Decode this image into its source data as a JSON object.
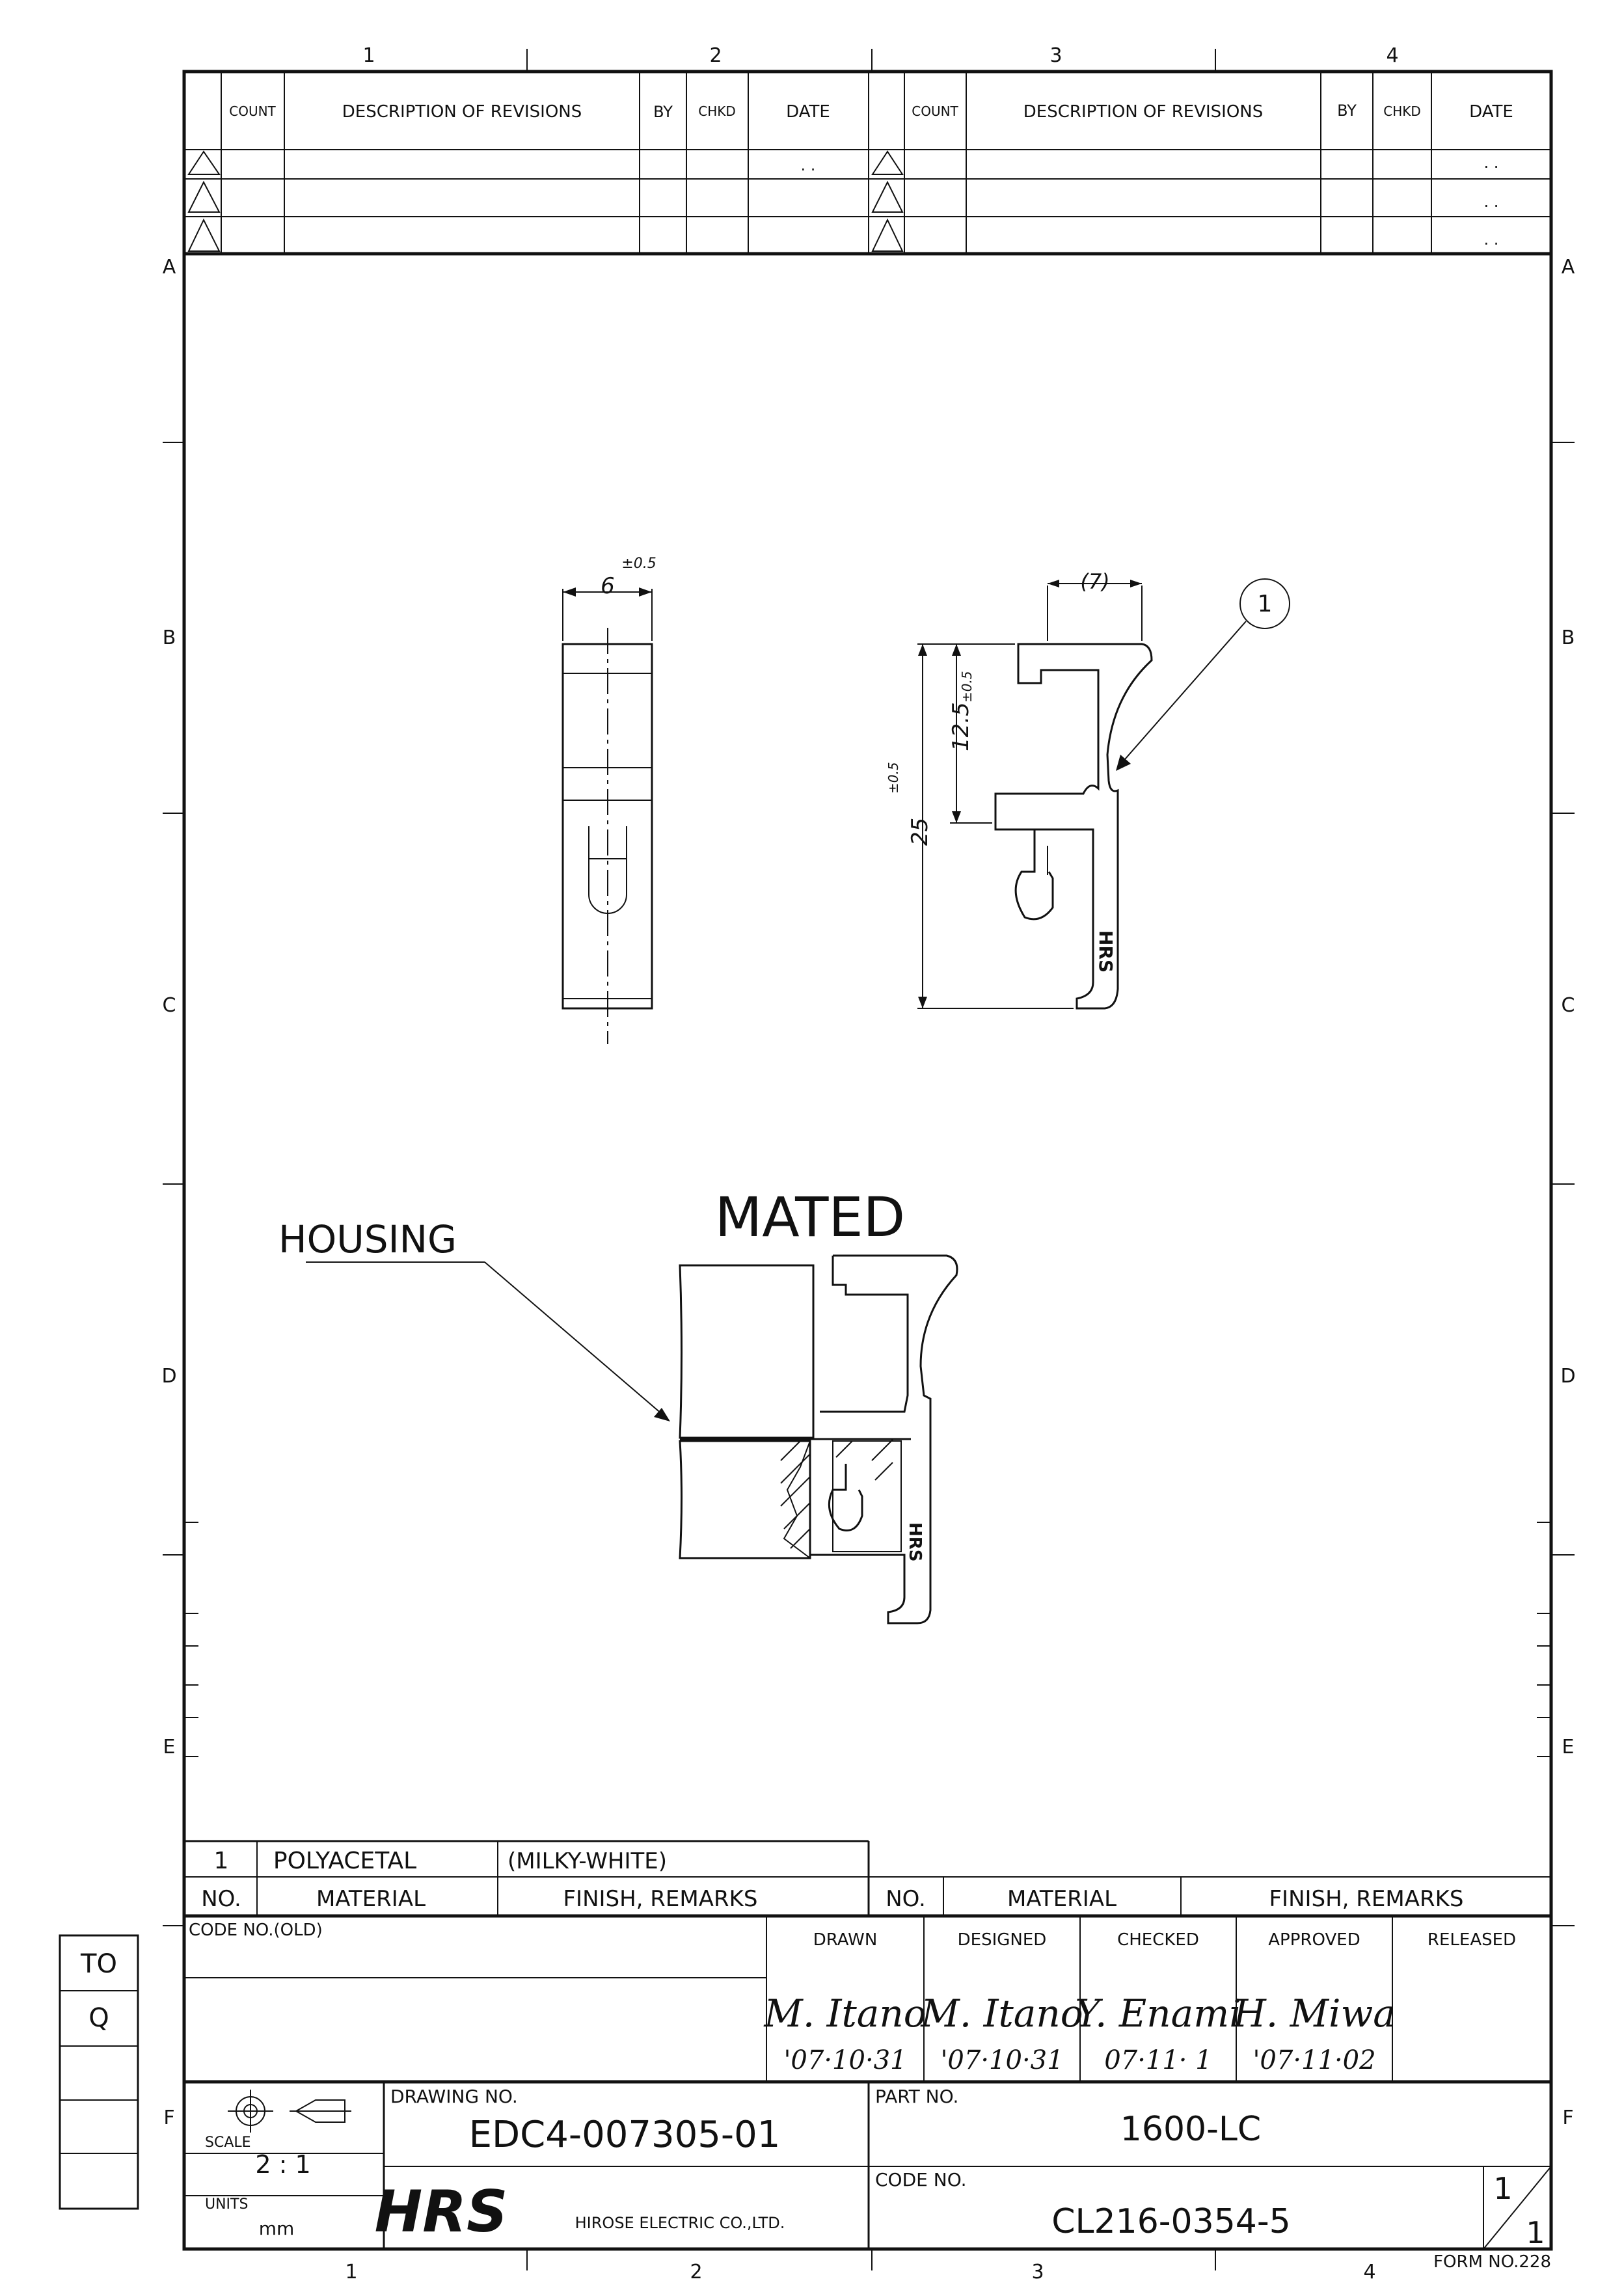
{
  "grid": {
    "top_columns": [
      "1",
      "2",
      "3",
      "4"
    ],
    "bottom_columns": [
      "1",
      "2",
      "3",
      "4"
    ],
    "rows": [
      "A",
      "B",
      "C",
      "D",
      "E",
      "F"
    ]
  },
  "revisions": {
    "headers_left": {
      "count": "COUNT",
      "description": "DESCRIPTION OF REVISIONS",
      "by": "BY",
      "chkd": "CHKD",
      "date": "DATE"
    },
    "headers_right": {
      "count": "COUNT",
      "description": "DESCRIPTION OF REVISIONS",
      "by": "BY",
      "chkd": "CHKD",
      "date": "DATE"
    },
    "date_placeholder": ". ."
  },
  "views": {
    "side_view": {
      "dim_width": "6",
      "dim_width_tol": "±0.5"
    },
    "front_view": {
      "dim_top": "(7)",
      "dim_height_upper": "12.5",
      "dim_height_upper_tol": "±0.5",
      "dim_height_total": "25",
      "dim_height_total_tol": "±0.5",
      "balloon": "1",
      "logo_mark": "HRS"
    },
    "mated": {
      "title": "MATED",
      "housing_label": "HOUSING",
      "logo_mark": "HRS"
    }
  },
  "parts_list": {
    "rows": [
      {
        "no": "1",
        "material": "POLYACETAL",
        "finish": "(MILKY-WHITE)"
      }
    ],
    "headers_left": {
      "no": "NO.",
      "material": "MATERIAL",
      "finish": "FINISH, REMARKS"
    },
    "headers_right": {
      "no": "NO.",
      "material": "MATERIAL",
      "finish": "FINISH, REMARKS"
    }
  },
  "title_block": {
    "code_no_old_label": "CODE NO.(OLD)",
    "approvals": [
      {
        "role": "DRAWN",
        "name": "M. Itano",
        "date": "'07·10·31"
      },
      {
        "role": "DESIGNED",
        "name": "M. Itano",
        "date": "'07·10·31"
      },
      {
        "role": "CHECKED",
        "name": "Y. Enami",
        "date": "07·11· 1"
      },
      {
        "role": "APPROVED",
        "name": "H. Miwa",
        "date": "'07·11·02"
      },
      {
        "role": "RELEASED",
        "name": "",
        "date": ""
      }
    ],
    "drawing_no_label": "DRAWING NO.",
    "drawing_no": "EDC4-007305-01",
    "part_no_label": "PART NO.",
    "part_no": "1600-LC",
    "code_no_label": "CODE NO.",
    "code_no": "CL216-0354-5",
    "scale_label": "SCALE",
    "scale": "2 : 1",
    "units_label": "UNITS",
    "units": "mm",
    "company_logo": "HRS",
    "company": "HIROSE ELECTRIC CO.,LTD.",
    "sheet_num": "1",
    "sheet_den": "1",
    "form_no": "FORM NO.228"
  },
  "side_tab": {
    "items": [
      "TO",
      "Q",
      "",
      "",
      ""
    ]
  }
}
